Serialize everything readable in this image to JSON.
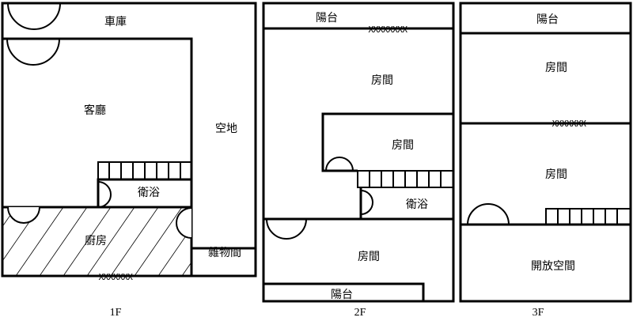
{
  "floors": [
    {
      "label": "1F",
      "rooms": {
        "garage": "車庫",
        "living": "客廳",
        "open_lot": "空地",
        "bathroom": "衛浴",
        "kitchen": "廚房",
        "storage": "雜物間"
      },
      "marker": "XXXXXXX"
    },
    {
      "label": "2F",
      "rooms": {
        "balcony_top": "陽台",
        "room_a": "房間",
        "room_b": "房間",
        "bathroom": "衛浴",
        "room_c": "房間",
        "balcony_bottom": "陽台"
      },
      "marker": "XXXXXXXX"
    },
    {
      "label": "3F",
      "rooms": {
        "balcony": "陽台",
        "room_a": "房間",
        "room_b": "房間",
        "open_space": "開放空間"
      },
      "marker": "XXXXXXX"
    }
  ]
}
